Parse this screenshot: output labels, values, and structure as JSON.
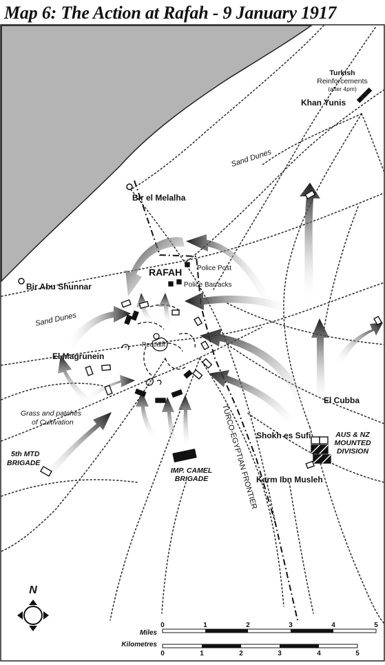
{
  "title": "Map 6: The Action at Rafah - 9 January 1917",
  "places": {
    "bir_el_melalha": "Bir el Melalha",
    "bir_abu_shunnar": "Bir Abu Shunnar",
    "rafah": "RAFAH",
    "police_post": "Police Post",
    "police_barracks": "Police Barracks",
    "redoubt": "Redoubt",
    "el_magrunein": "El Magrunein",
    "khan_yunis": "Khan Yunis",
    "el_cubba": "El Cubba",
    "shokh_es_sufi": "Shokh es Sufi",
    "karm_ibn_musleh": "Karm Ibn Musleh"
  },
  "terrain": {
    "sand_dunes_ne": "Sand Dunes",
    "sand_dunes_w": "Sand Dunes",
    "grass_line1": "Grass and patches",
    "grass_line2": "of Cultivation"
  },
  "units": {
    "turkish_line1": "Turkish",
    "turkish_line2": "Reinforcements",
    "turkish_line3": "(after 4pm)",
    "mtd_line1": "5th MTD",
    "mtd_line2": "BRIGADE",
    "camel_line1": "IMP. CAMEL",
    "camel_line2": "BRIGADE",
    "anzac_line1": "AUS & NZ",
    "anzac_line2": "MOUNTED",
    "anzac_line3": "DIVISION"
  },
  "frontier": "TURCO-EGYPTIAN FRONTIER",
  "compass": {
    "north": "N",
    "icon": "compass-rose-icon"
  },
  "scale": {
    "miles_label": "Miles",
    "km_label": "Kilometres",
    "miles_ticks": [
      "0",
      "1",
      "2",
      "3",
      "4",
      "5"
    ],
    "km_ticks": [
      "0",
      "1",
      "2",
      "3",
      "4",
      "5"
    ]
  },
  "colors": {
    "sea": "#b4b4b4",
    "ink": "#111111",
    "arrow": "#2a2a2a"
  }
}
